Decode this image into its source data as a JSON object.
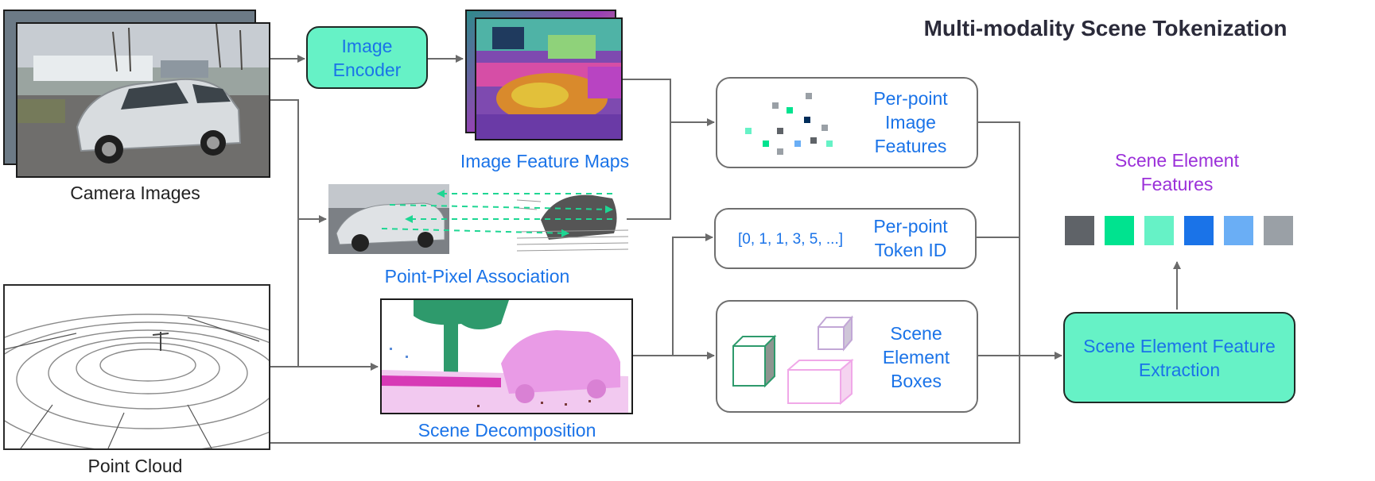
{
  "title": "Multi-modality Scene Tokenization",
  "inputs": {
    "camera_images_label": "Camera Images",
    "point_cloud_label": "Point Cloud"
  },
  "modules": {
    "image_encoder": "Image Encoder",
    "scene_element_feature_extraction": "Scene Element Feature Extraction"
  },
  "intermediate": {
    "image_feature_maps_label": "Image Feature Maps",
    "point_pixel_association_label": "Point-Pixel Association",
    "scene_decomposition_label": "Scene Decomposition"
  },
  "outputs": {
    "per_point_image_features": "Per-point Image Features",
    "per_point_token_id": "Per-point Token ID",
    "token_id_example": "[0, 1, 1, 3, 5, ...]",
    "scene_element_boxes": "Scene Element Boxes",
    "scene_element_features": "Scene Element Features"
  },
  "colors": {
    "accent_blue": "#1a73e8",
    "module_green": "#66f2c6",
    "title_purple": "#9b30d9",
    "swatches": [
      "#5f6368",
      "#00e38f",
      "#66f2c6",
      "#1a73e8",
      "#6aaef5",
      "#9aa0a6"
    ]
  },
  "icons": {
    "camera_images": "photo-car",
    "point_cloud": "lidar-scan",
    "feature_maps": "feature-map-stack",
    "association": "point-pixel-arrows",
    "decomposition": "segmented-scene",
    "boxes": "3d-boxes"
  }
}
